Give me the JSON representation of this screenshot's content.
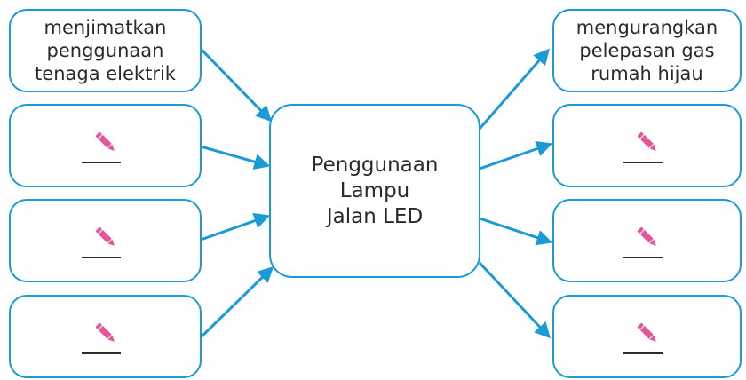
{
  "diagram": {
    "center_text": [
      "Penggunaan",
      "Lampu",
      "Jalan LED"
    ],
    "left_top_text": [
      "menjimatkan",
      "penggunaan",
      "tenaga elektrik"
    ],
    "right_top_text": [
      "mengurangkan",
      "pelepasan gas",
      "rumah hijau"
    ],
    "blank_icon": "pencil-icon",
    "colors": {
      "border": "#1a9ad6",
      "arrow": "#1a9ad6",
      "pencil": "#e3579a",
      "text": "#2a2a2a"
    }
  }
}
